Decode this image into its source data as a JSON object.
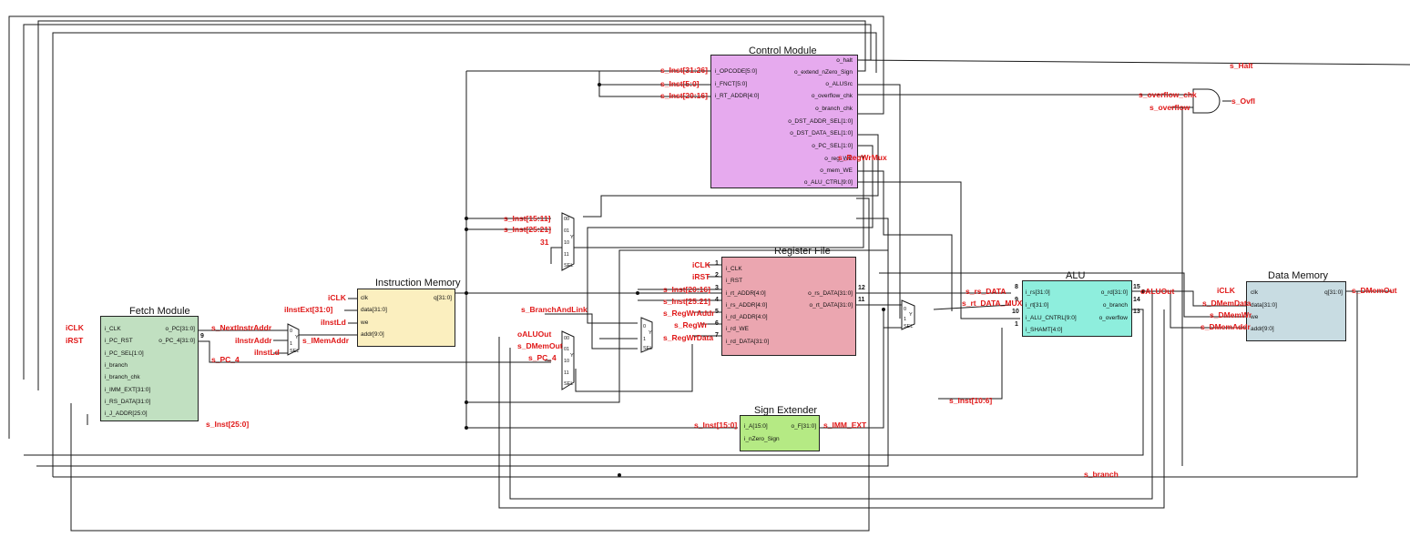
{
  "blocks": {
    "control": {
      "title": "Control Module",
      "inputs": [
        "i_OPCODE[5:0]",
        "i_FNCT[5:0]",
        "i_RT_ADDR[4:0]"
      ],
      "outputs": [
        "o_halt",
        "o_extend_nZero_Sign",
        "o_ALUSrc",
        "o_overflow_chk",
        "o_branch_chk",
        "o_DST_ADDR_SEL[1:0]",
        "o_DST_DATA_SEL[1:0]",
        "o_PC_SEL[1:0]",
        "o_reg_WE",
        "o_mem_WE",
        "o_ALU_CTRL[9:0]"
      ]
    },
    "imem": {
      "title": "Instruction Memory",
      "inputs": [
        "clk",
        "data[31:0]",
        "we",
        "addr[9:0]"
      ],
      "outputs": [
        "q[31:0]"
      ]
    },
    "fetch": {
      "title": "Fetch Module",
      "inputs": [
        "i_CLK",
        "i_PC_RST",
        "i_PC_SEL[1:0]",
        "i_branch",
        "i_branch_chk",
        "i_IMM_EXT[31:0]",
        "i_RS_DATA[31:0]",
        "i_J_ADDR[25:0]"
      ],
      "outputs": [
        "o_PC[31:0]",
        "o_PC_4[31:0]"
      ]
    },
    "regfile": {
      "title": "Register File",
      "inputs": [
        "i_CLK",
        "i_RST",
        "i_rt_ADDR[4:0]",
        "i_rs_ADDR[4:0]",
        "i_rd_ADDR[4:0]",
        "i_rd_WE",
        "i_rd_DATA[31:0]"
      ],
      "outputs": [
        "o_rs_DATA[31:0]",
        "o_rt_DATA[31:0]"
      ]
    },
    "alu": {
      "title": "ALU",
      "inputs": [
        "i_rs[31:0]",
        "i_rt[31:0]",
        "i_ALU_CNTRL[9:0]",
        "i_SHAMT[4:0]"
      ],
      "outputs": [
        "o_rd[31:0]",
        "o_branch",
        "o_overflow"
      ]
    },
    "dmem": {
      "title": "Data Memory",
      "inputs": [
        "clk",
        "data[31:0]",
        "we",
        "addr[9:0]"
      ],
      "outputs": [
        "q[31:0]"
      ]
    },
    "signext": {
      "title": "Sign Extender",
      "inputs": [
        "i_A[15:0]",
        "i_nZero_Sign"
      ],
      "outputs": [
        "o_F[31:0]"
      ]
    }
  },
  "pins": {
    "regfile_in": [
      "1",
      "2",
      "3",
      "4",
      "5",
      "6",
      "7"
    ],
    "regfile_out": [
      "12",
      "11"
    ],
    "alu_in": [
      "8",
      "9",
      "10",
      "1"
    ],
    "alu_out": [
      "15",
      "14",
      "13"
    ],
    "fetch_out": [
      "9"
    ]
  },
  "mux": {
    "dst_addr": [
      "00",
      "01",
      "10",
      "11"
    ],
    "dst_data": [
      "00",
      "01",
      "10",
      "11"
    ],
    "imem_addr": [
      "0",
      "1"
    ],
    "alu_src": [
      "0",
      "1"
    ],
    "jal": [
      "0",
      "1"
    ],
    "sel": "SEL",
    "y": "Y"
  },
  "signals": {
    "s_halt": "s_Halt",
    "s_ovfl": "s_Ovfl",
    "s_overflow_chk": "s_overflow_chk",
    "s_overflow": "s_overflow",
    "inst_31_26": "s_Inst[31:26]",
    "inst_5_0": "s_Inst[5:0]",
    "inst_20_16_ctrl": "s_Inst[20:16]",
    "regwrmux": "s_RegWrMux",
    "inst_15_11": "s_Inst[15:11]",
    "inst_25_21_mux": "s_Inst[25:21]",
    "const_31": "31",
    "iclk_rf": "iCLK",
    "irst_rf": "iRST",
    "inst_20_16_rf": "s_Inst[20:16]",
    "inst_25_21_rf": "s_Inst[25:21]",
    "regwraddr": "s_RegWrAddr",
    "regwr": "s_RegWr",
    "regwrdata": "s_RegWrData",
    "branchandlink": "s_BranchAndLink",
    "oaluout_mux": "oALUOut",
    "dmemout_mux": "s_DMemOut",
    "pc4_mux": "s_PC_4",
    "iclk_im": "iCLK",
    "iinstext": "iInstExt[31:0]",
    "iinstld_im": "iInstLd",
    "iclk_f": "iCLK",
    "irst_f": "iRST",
    "nextinstr": "s_NextInstrAddr",
    "iinstraddr": "iInstrAddr",
    "iinstld_mux": "iInstLd",
    "imemaddr": "s_IMemAddr",
    "pc4_f": "s_PC_4",
    "inst_25_0": "s_Inst[25:0]",
    "inst_15_0": "s_Inst[15:0]",
    "imm_ext": "s_IMM_EXT",
    "rs_data": "s_rs_DATA",
    "rt_data_mux": "s_rt_DATA_MUX",
    "inst_10_6": "s_Inst[10:6]",
    "branch": "s_branch",
    "oaluout": "oALUOut",
    "iclk_dm": "iCLK",
    "dmemdata": "s_DMemData",
    "dmemwr": "s_DMemWr",
    "dmemaddr": "s_DMemAddr",
    "dmemout": "s_DMemOut"
  }
}
